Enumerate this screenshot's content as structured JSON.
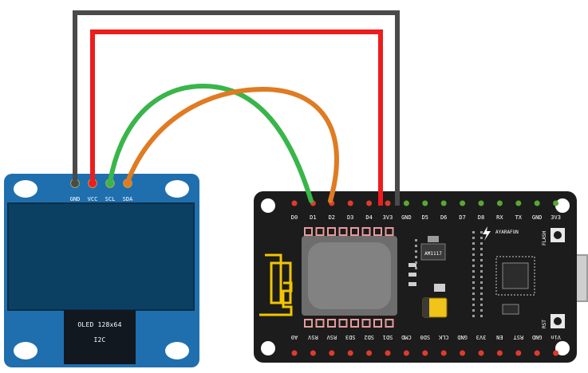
{
  "oled": {
    "pins": [
      "GND",
      "VCC",
      "SCL",
      "SDA"
    ],
    "label_line1": "OLED 128x64",
    "label_line2": "I2C"
  },
  "nodemcu": {
    "top_pins": [
      "D0",
      "D1",
      "D2",
      "D3",
      "D4",
      "3V3",
      "GND",
      "D5",
      "D6",
      "D7",
      "D8",
      "RX",
      "TX",
      "GND",
      "3V3"
    ],
    "bottom_pins": [
      "A0",
      "RSV",
      "RSV",
      "SD3",
      "SD2",
      "SD1",
      "CMD",
      "SD0",
      "CLK",
      "GND",
      "3V3",
      "EN",
      "RST",
      "GND",
      "Vin"
    ],
    "regulator_label": "AM1117",
    "brand_label": "AYARAFUN",
    "flash_label": "FLASH",
    "rst_label": "RST"
  },
  "wires": [
    {
      "from": "GND",
      "to": "GND",
      "color": "#4a4a4a"
    },
    {
      "from": "VCC",
      "to": "3V3",
      "color": "#ee1c1c"
    },
    {
      "from": "SCL",
      "to": "D1",
      "color": "#39b54a"
    },
    {
      "from": "SDA",
      "to": "D2",
      "color": "#e07b22"
    }
  ],
  "colors": {
    "oled_board": "#1f6fae",
    "oled_screen": "#0b4063",
    "nodemcu_board": "#1c1c1c",
    "pin_red": "#e03b2b",
    "pin_green": "#5aa832"
  }
}
